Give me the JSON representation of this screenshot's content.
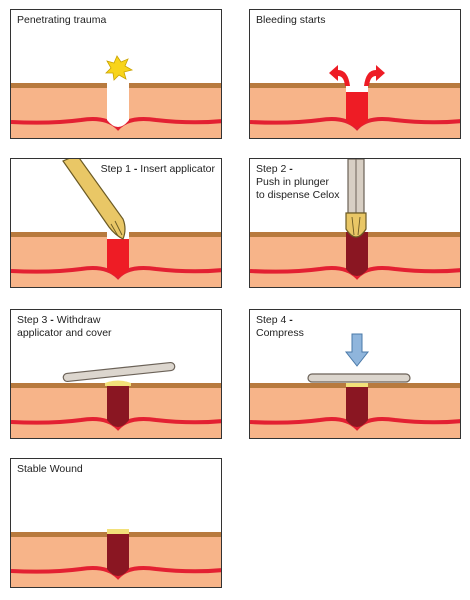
{
  "colors": {
    "skin_surface": "#b87a3e",
    "skin": "#f7b489",
    "vessel": "#e32032",
    "wound_fresh": "#ee1c25",
    "wound_clot": "#8a1622",
    "applicator": "#e9c766",
    "plunger": "#d8cfc4",
    "gauze": "#dcd6ce",
    "arrow_blue": "#8fb5dc",
    "flash": "#f8d41a",
    "seal": "#f2e07a"
  },
  "panels": [
    {
      "caption": "Penetrating trauma",
      "icons": [
        "impact-flash-icon"
      ]
    },
    {
      "caption": "Bleeding starts",
      "icons": [
        "blood-spurt-arrow-icon"
      ]
    },
    {
      "caption_prefix": "Step 1",
      "caption_dash": " - ",
      "caption_text": "Insert applicator",
      "icons": [
        "applicator-icon"
      ]
    },
    {
      "caption_prefix": "Step 2",
      "caption_dash": " -",
      "caption_text": "Push in plunger\nto dispense Celox",
      "icons": [
        "plunger-icon"
      ]
    },
    {
      "caption_prefix": "Step 3",
      "caption_dash": " - ",
      "caption_text": "Withdraw\napplicator and cover",
      "icons": [
        "gauze-icon"
      ]
    },
    {
      "caption_prefix": "Step 4",
      "caption_dash": " -",
      "caption_text": "Compress",
      "icons": [
        "down-arrow-icon",
        "gauze-icon"
      ]
    },
    {
      "caption": "Stable Wound",
      "icons": []
    }
  ]
}
